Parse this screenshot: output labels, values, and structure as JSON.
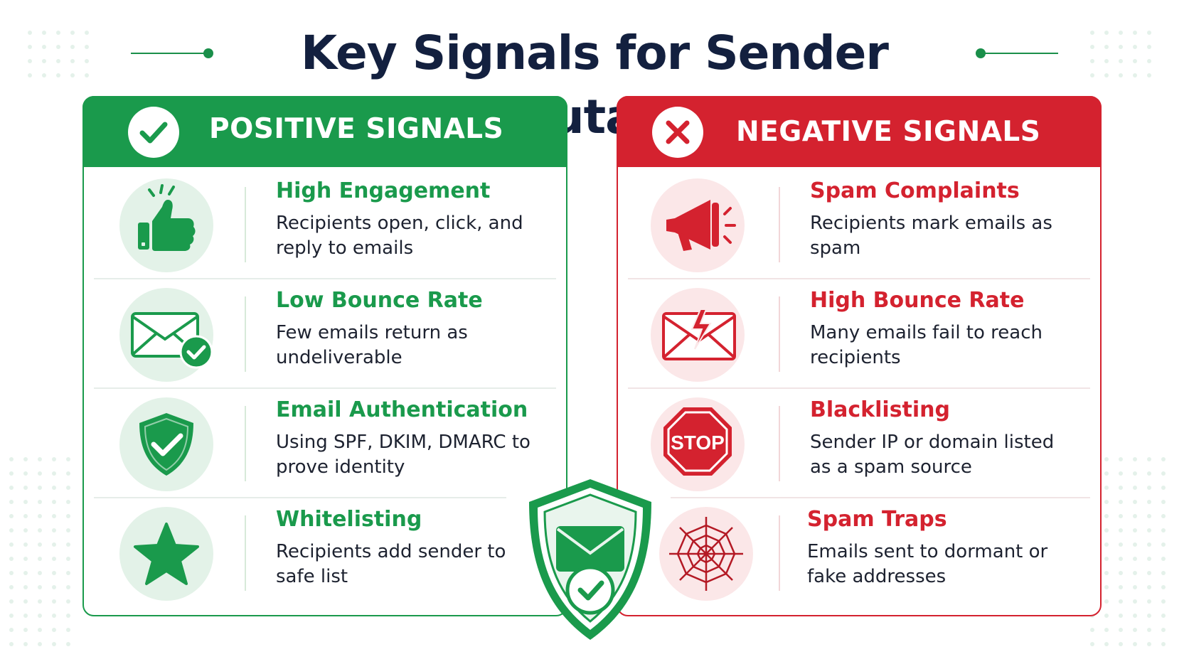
{
  "title": "Key Signals for Sender Reputation",
  "colors": {
    "positive": "#1a9a4c",
    "negative": "#d4222f",
    "title": "#13203f"
  },
  "positive": {
    "header": "POSITIVE SIGNALS",
    "header_icon": "check-icon",
    "items": [
      {
        "icon": "thumbs-up-icon",
        "title": "High Engagement",
        "desc": "Recipients open, click, and reply to emails"
      },
      {
        "icon": "envelope-check-icon",
        "title": "Low Bounce Rate",
        "desc": "Few emails return as undeliverable"
      },
      {
        "icon": "shield-check-icon",
        "title": "Email Authentication",
        "desc": "Using SPF, DKIM, DMARC to prove identity"
      },
      {
        "icon": "star-icon",
        "title": "Whitelisting",
        "desc": "Recipients add sender to safe list"
      }
    ]
  },
  "negative": {
    "header": "NEGATIVE SIGNALS",
    "header_icon": "x-icon",
    "items": [
      {
        "icon": "megaphone-icon",
        "title": "Spam Complaints",
        "desc": "Recipients mark emails as spam"
      },
      {
        "icon": "broken-envelope-icon",
        "title": "High Bounce Rate",
        "desc": "Many emails fail to reach recipients"
      },
      {
        "icon": "stop-sign-icon",
        "title": "Blacklisting",
        "desc": "Sender IP or domain listed as a spam source",
        "icon_text": "STOP"
      },
      {
        "icon": "spider-web-icon",
        "title": "Spam Traps",
        "desc": "Emails sent to dormant or fake addresses"
      }
    ]
  },
  "center_icon": "shield-envelope-check-icon"
}
